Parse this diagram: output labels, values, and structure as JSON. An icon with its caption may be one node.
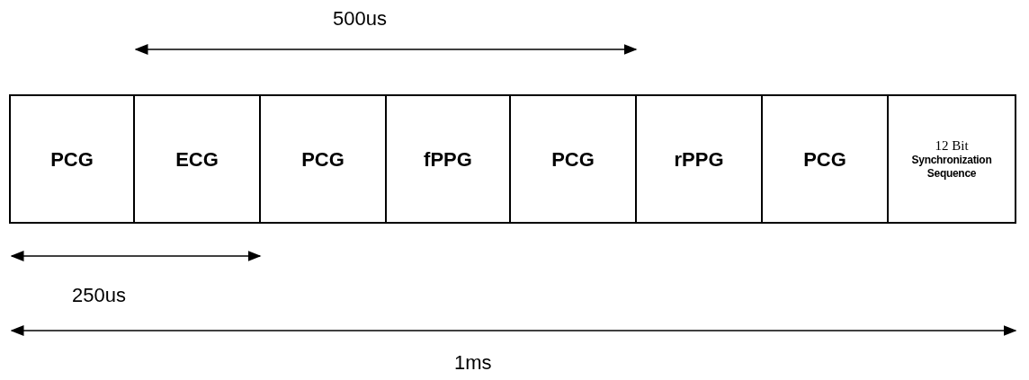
{
  "diagram": {
    "nodes": [
      {
        "text": [
          "PCG"
        ]
      },
      {
        "text": [
          "ECG"
        ]
      },
      {
        "text": [
          "PCG"
        ]
      },
      {
        "text": [
          "fPPG"
        ]
      },
      {
        "text": [
          "PCG"
        ]
      },
      {
        "text": [
          "rPPG"
        ]
      },
      {
        "text": [
          "PCG"
        ]
      },
      {
        "text": [
          "12 Bit",
          "Synchronization Sequence"
        ]
      }
    ],
    "labels": [
      "500us",
      "250us",
      "1ms"
    ]
  }
}
